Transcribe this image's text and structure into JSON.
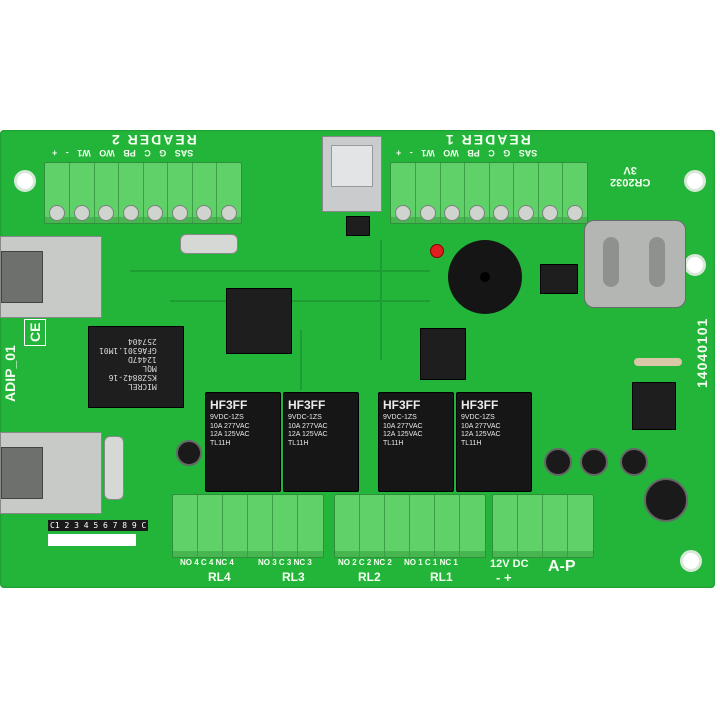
{
  "board": {
    "model": "ADIP_01",
    "serial": "14040101",
    "reader1": "READER 1",
    "reader2": "READER 2",
    "reader_pins": "SAS G C PB WO W1 - +",
    "relay_labels": [
      "RL4",
      "RL3",
      "RL2",
      "RL1"
    ],
    "contact_rl4": "NO 4  C 4  NC 4",
    "contact_rl3": "NO 3  C 3  NC 3",
    "contact_rl2": "NO 2  C 2  NC 2",
    "contact_rl1": "NO 1  C 1  NC 1",
    "power_label": "12V DC",
    "power_polarity": "- +",
    "ap_label": "A-P",
    "battery_text": "CR2032\n3V",
    "ce_mark": "CE"
  },
  "chips": {
    "micrel": "MICREL\nKSZ8842-16\nMQL\n12447D\nGFA6301.1M01\n257404"
  },
  "relays": [
    {
      "brand": "HF3FF",
      "l1": "9VDC-1ZS",
      "l2": "10A 277VAC",
      "l3": "12A 125VAC",
      "l4": "TL11H"
    },
    {
      "brand": "HF3FF",
      "l1": "9VDC-1ZS",
      "l2": "10A 277VAC",
      "l3": "12A 125VAC",
      "l4": "TL11H"
    },
    {
      "brand": "HF3FF",
      "l1": "9VDC-1ZS",
      "l2": "10A 277VAC",
      "l3": "12A 125VAC",
      "l4": "TL11H"
    },
    {
      "brand": "HF3FF",
      "l1": "9VDC-1ZS",
      "l2": "10A 277VAC",
      "l3": "12A 125VAC",
      "l4": "TL11H"
    }
  ],
  "dip": {
    "numbers": "C1 2 3 4 5 6 7 8 9 C"
  },
  "colors": {
    "pcb": "#23b53a",
    "terminal": "#5fd168"
  }
}
